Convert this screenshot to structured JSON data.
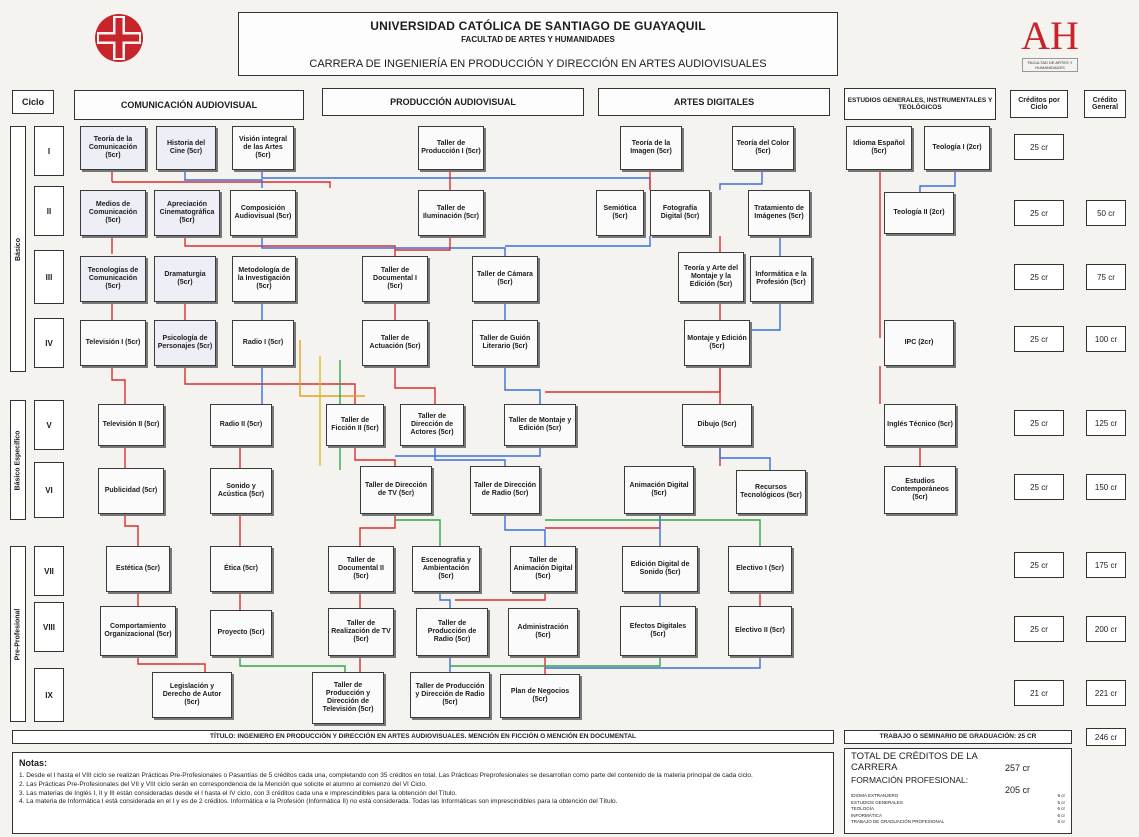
{
  "header": {
    "university": "UNIVERSIDAD CATÓLICA DE SANTIAGO DE GUAYAQUIL",
    "faculty": "FACULTAD DE ARTES Y HUMANIDADES",
    "career": "CARRERA DE INGENIERÍA EN PRODUCCIÓN Y DIRECCIÓN EN ARTES AUDIOVISUALES",
    "logo_right_text": "AH",
    "logo_right_sub": "FACULTAD DE ARTES Y HUMANIDADES"
  },
  "columns": {
    "ciclo": "Ciclo",
    "comunicacion": "COMUNICACIÓN AUDIOVISUAL",
    "produccion": "PRODUCCIÓN AUDIOVISUAL",
    "artes": "ARTES DIGITALES",
    "estudios": "ESTUDIOS GENERALES, INSTRUMENTALES Y TEOLÓGICOS",
    "creditos_ciclo": "Créditos por Ciclo",
    "credito_general": "Crédito General"
  },
  "groups": {
    "basico": "Básico",
    "basico_especifico": "Básico Específico",
    "pre_profesional": "Pre-Profesional"
  },
  "cycles": [
    "I",
    "II",
    "III",
    "IV",
    "V",
    "VI",
    "VII",
    "VIII",
    "IX"
  ],
  "credits_per_cycle": [
    "25 cr",
    "25 cr",
    "25 cr",
    "25 cr",
    "25 cr",
    "25 cr",
    "25 cr",
    "25 cr",
    "21 cr"
  ],
  "credits_general": [
    "50 cr",
    "75 cr",
    "100 cr",
    "125 cr",
    "150 cr",
    "175 cr",
    "200 cr",
    "221 cr",
    "246 cr"
  ],
  "courses": {
    "c1": "Teoría de la Comunicación (5cr)",
    "c2": "Historia del Cine (5cr)",
    "c3": "Visión integral de las Artes (5cr)",
    "c4": "Taller de Producción I (5cr)",
    "c5": "Teoría de la Imagen (5cr)",
    "c6": "Teoría del Color (5cr)",
    "c7": "Idioma Español (5cr)",
    "c8": "Teología I (2cr)",
    "c9": "Medios de Comunicación (5cr)",
    "c10": "Apreciación Cinematográfica (5cr)",
    "c11": "Composición Audiovisual (5cr)",
    "c12": "Taller de Iluminación (5cr)",
    "c13": "Semiótica (5cr)",
    "c14": "Fotografía Digital (5cr)",
    "c15": "Tratamiento de Imágenes (5cr)",
    "c16": "Teología II (2cr)",
    "c17": "Tecnologías de Comunicación (5cr)",
    "c18": "Dramaturgia (5cr)",
    "c19": "Metodología de la Investigación (5cr)",
    "c20": "Taller de Documental I (5cr)",
    "c21": "Taller de Cámara (5cr)",
    "c22": "Teoría y Arte del Montaje y la Edición (5cr)",
    "c23": "Informática e la Profesión (5cr)",
    "c24": "Televisión I (5cr)",
    "c25": "Psicología de Personajes (5cr)",
    "c26": "Radio I (5cr)",
    "c27": "Taller de Actuación (5cr)",
    "c28": "Taller de Guión Literario (5cr)",
    "c29": "Montaje y Edición (5cr)",
    "c30": "IPC (2cr)",
    "c31": "Televisión II (5cr)",
    "c32": "Radio II (5cr)",
    "c33": "Taller de Ficción II (5cr)",
    "c34": "Taller de Dirección de Actores (5cr)",
    "c35": "Taller de Montaje y Edición (5cr)",
    "c36": "Dibujo (5cr)",
    "c37": "Inglés Técnico (5cr)",
    "c38": "Publicidad (5cr)",
    "c39": "Sonido y Acústica (5cr)",
    "c40": "Taller de Dirección de TV (5cr)",
    "c41": "Taller de Dirección de Radio (5cr)",
    "c42": "Animación Digital (5cr)",
    "c43": "Recursos Tecnológicos (5cr)",
    "c44": "Estudios Contemporáneos (5cr)",
    "c45": "Estética (5cr)",
    "c46": "Ética (5cr)",
    "c47": "Taller de Documental II (5cr)",
    "c48": "Escenografía y Ambientación (5cr)",
    "c49": "Taller de Animación Digital (5cr)",
    "c50": "Edición Digital de Sonido (5cr)",
    "c51": "Electivo I (5cr)",
    "c52": "Comportamiento Organizacional (5cr)",
    "c53": "Proyecto (5cr)",
    "c54": "Taller de Realización de TV (5cr)",
    "c55": "Taller de Producción de Radio (5cr)",
    "c56": "Administración (5cr)",
    "c57": "Efectos Digitales (5cr)",
    "c58": "Electivo II (5cr)",
    "c59": "Legislación y Derecho de Autor (5cr)",
    "c60": "Taller de Producción y Dirección de Televisión (5cr)",
    "c61": "Taller de Producción y Dirección de Radio (5cr)",
    "c62": "Plan de Negocios (5cr)"
  },
  "title_bar": "TÍTULO: INGENIERO EN PRODUCCIÓN Y DIRECCIÓN EN ARTES AUDIOVISUALES. MENCIÓN EN FICCIÓN O MENCIÓN EN DOCUMENTAL",
  "graduation": "TRABAJO O SEMINARIO DE GRADUACIÓN: 25 CR",
  "notes": {
    "heading": "Notas:",
    "lines": [
      "1. Desde el I hasta el VIII ciclo se realizan Prácticas Pre-Profesionales o Pasantías de 5 créditos cada una, completando con 35 créditos en total. Las Prácticas Preprofesionales se desarrollan como parte del contenido de la materia principal de cada ciclo.",
      "2. Las Prácticas Pre-Profesionales del VII y VIII ciclo serán en correspondencia de la Mención que solicite el alumno al comienzo del VI Ciclo.",
      "3. Las materias de Inglés I, II y III están consideradas desde el I hasta el IV ciclo, con 3 créditos cada una e imprescindibles para la obtención del Título.",
      "4. La materia de Informática I está considerada en el I y es de 2 créditos. Informática e la Profesión (Informática II) no está considerada. Todas las Informáticas son imprescindibles para la obtención del Título."
    ]
  },
  "totals": {
    "carrera_label": "TOTAL DE CRÉDITOS DE LA CARRERA",
    "carrera_value": "257 cr",
    "formacion_label": "FORMACIÓN PROFESIONAL:",
    "formacion_value": "205 cr",
    "details": [
      {
        "label": "IDIOMA EXTRANJERO",
        "value": "9 cr"
      },
      {
        "label": "ESTUDIOS GENERALES",
        "value": "5 cr"
      },
      {
        "label": "TEOLOGÍA",
        "value": "6 cr"
      },
      {
        "label": "INFORMÁTICA",
        "value": "6 cr"
      },
      {
        "label": "TRABAJO DE GRADUACIÓN PROFESIONAL",
        "value": "5 cr"
      }
    ]
  }
}
